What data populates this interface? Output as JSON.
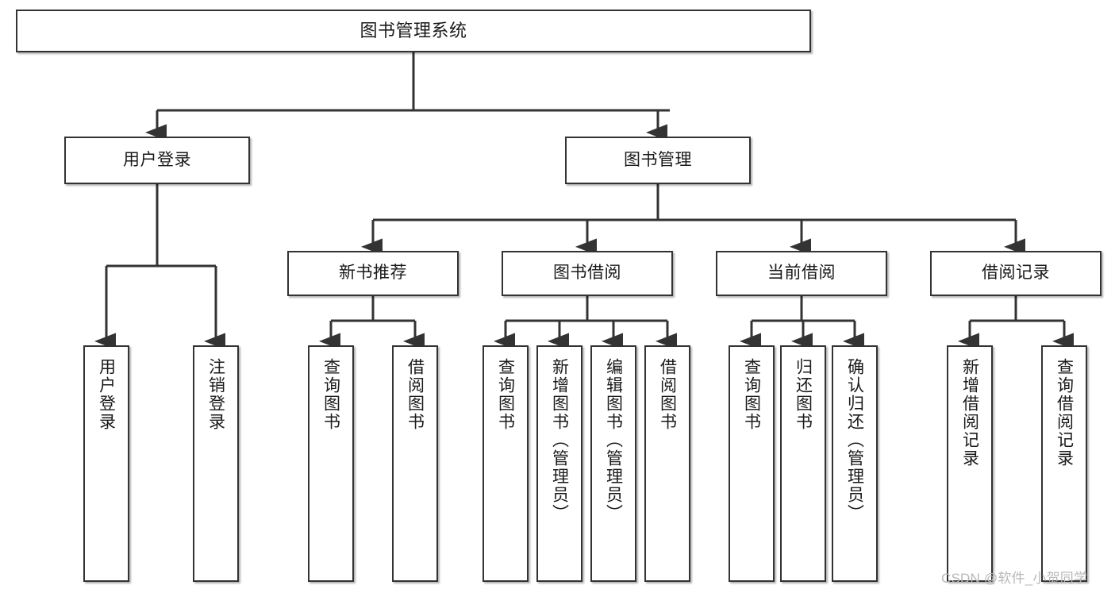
{
  "diagram": {
    "title": "图书管理系统",
    "type": "tree",
    "watermark": "CSDN @软件_小贺同学",
    "colors": {
      "node_border": "#333333",
      "node_fill": "#ffffff",
      "edge": "#333333",
      "text": "#1a1a1a",
      "watermark": "#b8b8b8",
      "background": "#ffffff"
    },
    "nodes": {
      "root": {
        "label": "图书管理系统"
      },
      "level2": [
        {
          "id": "user-login",
          "label": "用户登录"
        },
        {
          "id": "book-manage",
          "label": "图书管理"
        }
      ],
      "level3": [
        {
          "id": "new-book-rec",
          "label": "新书推荐"
        },
        {
          "id": "book-borrow",
          "label": "图书借阅"
        },
        {
          "id": "current-borrow",
          "label": "当前借阅"
        },
        {
          "id": "borrow-record",
          "label": "借阅记录"
        }
      ],
      "leaves": [
        {
          "id": "leaf-user-login",
          "label": "用户登录",
          "parent": "user-login"
        },
        {
          "id": "leaf-user-logout",
          "label": "注销登录",
          "parent": "user-login"
        },
        {
          "id": "leaf-query-book-1",
          "label": "查询图书",
          "parent": "new-book-rec"
        },
        {
          "id": "leaf-borrow-book-1",
          "label": "借阅图书",
          "parent": "new-book-rec"
        },
        {
          "id": "leaf-query-book-2",
          "label": "查询图书",
          "parent": "book-borrow"
        },
        {
          "id": "leaf-add-book",
          "label": "新增图书（管理员）",
          "parent": "book-borrow"
        },
        {
          "id": "leaf-edit-book",
          "label": "编辑图书（管理员）",
          "parent": "book-borrow"
        },
        {
          "id": "leaf-borrow-book-2",
          "label": "借阅图书",
          "parent": "book-borrow"
        },
        {
          "id": "leaf-query-book-3",
          "label": "查询图书",
          "parent": "current-borrow"
        },
        {
          "id": "leaf-return-book",
          "label": "归还图书",
          "parent": "current-borrow"
        },
        {
          "id": "leaf-confirm-return",
          "label": "确认归还（管理员）",
          "parent": "current-borrow"
        },
        {
          "id": "leaf-add-record",
          "label": "新增借阅记录",
          "parent": "borrow-record"
        },
        {
          "id": "leaf-query-record",
          "label": "查询借阅记录",
          "parent": "borrow-record"
        }
      ]
    }
  }
}
